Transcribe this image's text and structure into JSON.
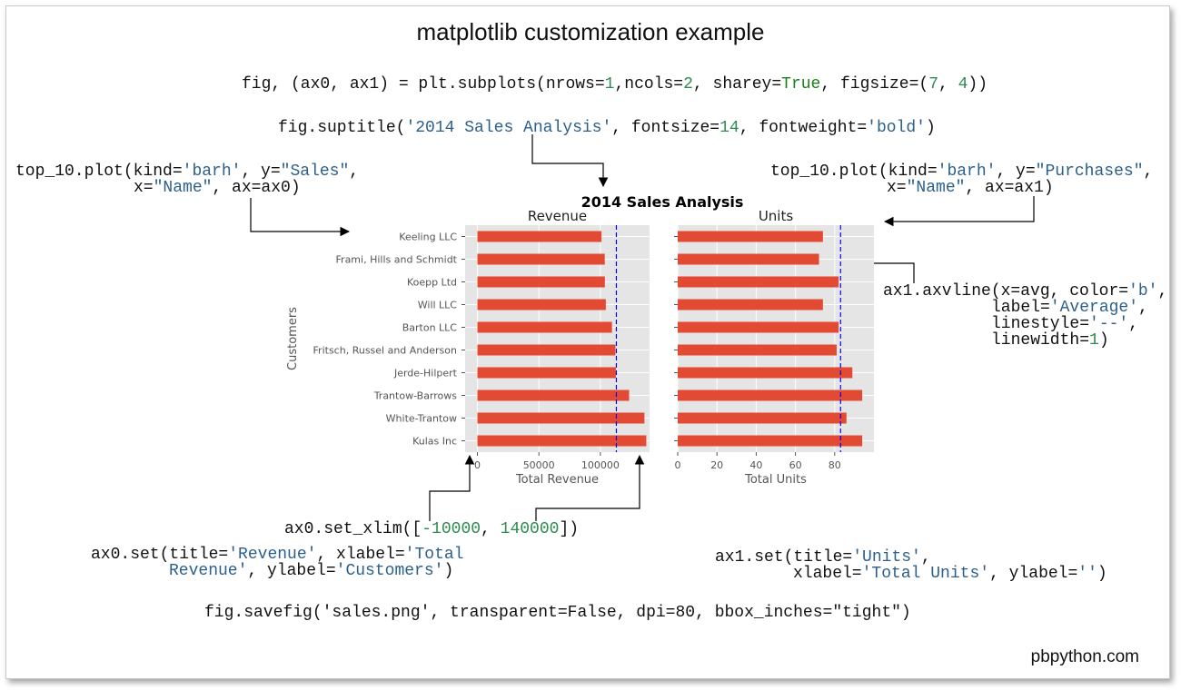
{
  "title": "matplotlib customization example",
  "footer": "pbpython.com",
  "code": {
    "subplots": {
      "pre": "fig, (ax0, ax1) = plt.subplots(nrows=",
      "n1": "1",
      "mid1": ",ncols=",
      "n2": "2",
      "mid2": ", sharey=",
      "kw": "True",
      "mid3": ", figsize=(",
      "n3": "7",
      "mid4": ", ",
      "n4": "4",
      "post": "))"
    },
    "suptitle": {
      "pre": "fig.suptitle(",
      "str": "'2014 Sales Analysis'",
      "mid": ", fontsize=",
      "num": "14",
      "mid2": ", fontweight=",
      "str2": "'bold'",
      "post": ")"
    },
    "plot0": {
      "l1pre": "top_10.plot(kind=",
      "l1s1": "'barh'",
      "l1mid": ", y=",
      "l1s2": "\"Sales\"",
      "l1post": ",",
      "l2pre": "x=",
      "l2s": "\"Name\"",
      "l2post": ", ax=ax0)"
    },
    "plot1": {
      "l1pre": "top_10.plot(kind=",
      "l1s1": "'barh'",
      "l1mid": ", y=",
      "l1s2": "\"Purchases\"",
      "l1post": ",",
      "l2pre": "x=",
      "l2s": "\"Name\"",
      "l2post": ", ax=ax1)"
    },
    "axvline": {
      "l1pre": "ax1.axvline(x=avg, color=",
      "l1s": "'b'",
      "l1post": ",",
      "l2pre": "label=",
      "l2s": "'Average'",
      "l2post": ",",
      "l3pre": "linestyle=",
      "l3s": "'--'",
      "l3post": ",",
      "l4pre": "linewidth=",
      "l4n": "1",
      "l4post": ")"
    },
    "xlim": {
      "pre": "ax0.set_xlim([",
      "n1": "-10000",
      "mid": ", ",
      "n2": "140000",
      "post": "])"
    },
    "set0": {
      "l1pre": "ax0.set(title=",
      "l1s1": "'Revenue'",
      "l1mid": ", xlabel=",
      "l1s2": "'Total",
      "l2s": "Revenue'",
      "l2mid": ", ylabel=",
      "l2s2": "'Customers'",
      "l2post": ")"
    },
    "set1": {
      "l1pre": "ax1.set(title=",
      "l1s": "'Units'",
      "l1post": ",",
      "l2pre": "xlabel=",
      "l2s": "'Total Units'",
      "l2mid": ", ylabel=",
      "l2s2": "''",
      "l2post": ")"
    },
    "savefig": "fig.savefig('sales.png', transparent=False, dpi=80, bbox_inches=\"tight\")"
  },
  "chart_data": [
    {
      "type": "bar",
      "orientation": "horizontal",
      "suptitle": "2014 Sales Analysis",
      "title": "Revenue",
      "xlabel": "Total Revenue",
      "ylabel": "Customers",
      "xlim": [
        -10000,
        140000
      ],
      "xticks": [
        0,
        50000,
        100000
      ],
      "categories": [
        "Keeling LLC",
        "Frami, Hills and Schmidt",
        "Koepp Ltd",
        "Will LLC",
        "Barton LLC",
        "Fritsch, Russel and Anderson",
        "Jerde-Hilpert",
        "Trantow-Barrows",
        "White-Trantow",
        "Kulas Inc"
      ],
      "values": [
        100934,
        103569,
        103660,
        104437,
        109438,
        112214,
        112591,
        123381,
        135841,
        137352
      ],
      "average_line": 113000,
      "bar_color": "#e24a33",
      "avg_color": "#0000ff",
      "grid": true
    },
    {
      "type": "bar",
      "orientation": "horizontal",
      "title": "Units",
      "xlabel": "Total Units",
      "ylabel": "",
      "xlim": [
        0,
        100
      ],
      "xticks": [
        0,
        20,
        40,
        60,
        80
      ],
      "categories": [
        "Keeling LLC",
        "Frami, Hills and Schmidt",
        "Koepp Ltd",
        "Will LLC",
        "Barton LLC",
        "Fritsch, Russel and Anderson",
        "Jerde-Hilpert",
        "Trantow-Barrows",
        "White-Trantow",
        "Kulas Inc"
      ],
      "values": [
        74,
        72,
        82,
        74,
        82,
        81,
        89,
        94,
        86,
        94
      ],
      "average_line": 83,
      "bar_color": "#e24a33",
      "avg_color": "#0000ff",
      "grid": true
    }
  ]
}
